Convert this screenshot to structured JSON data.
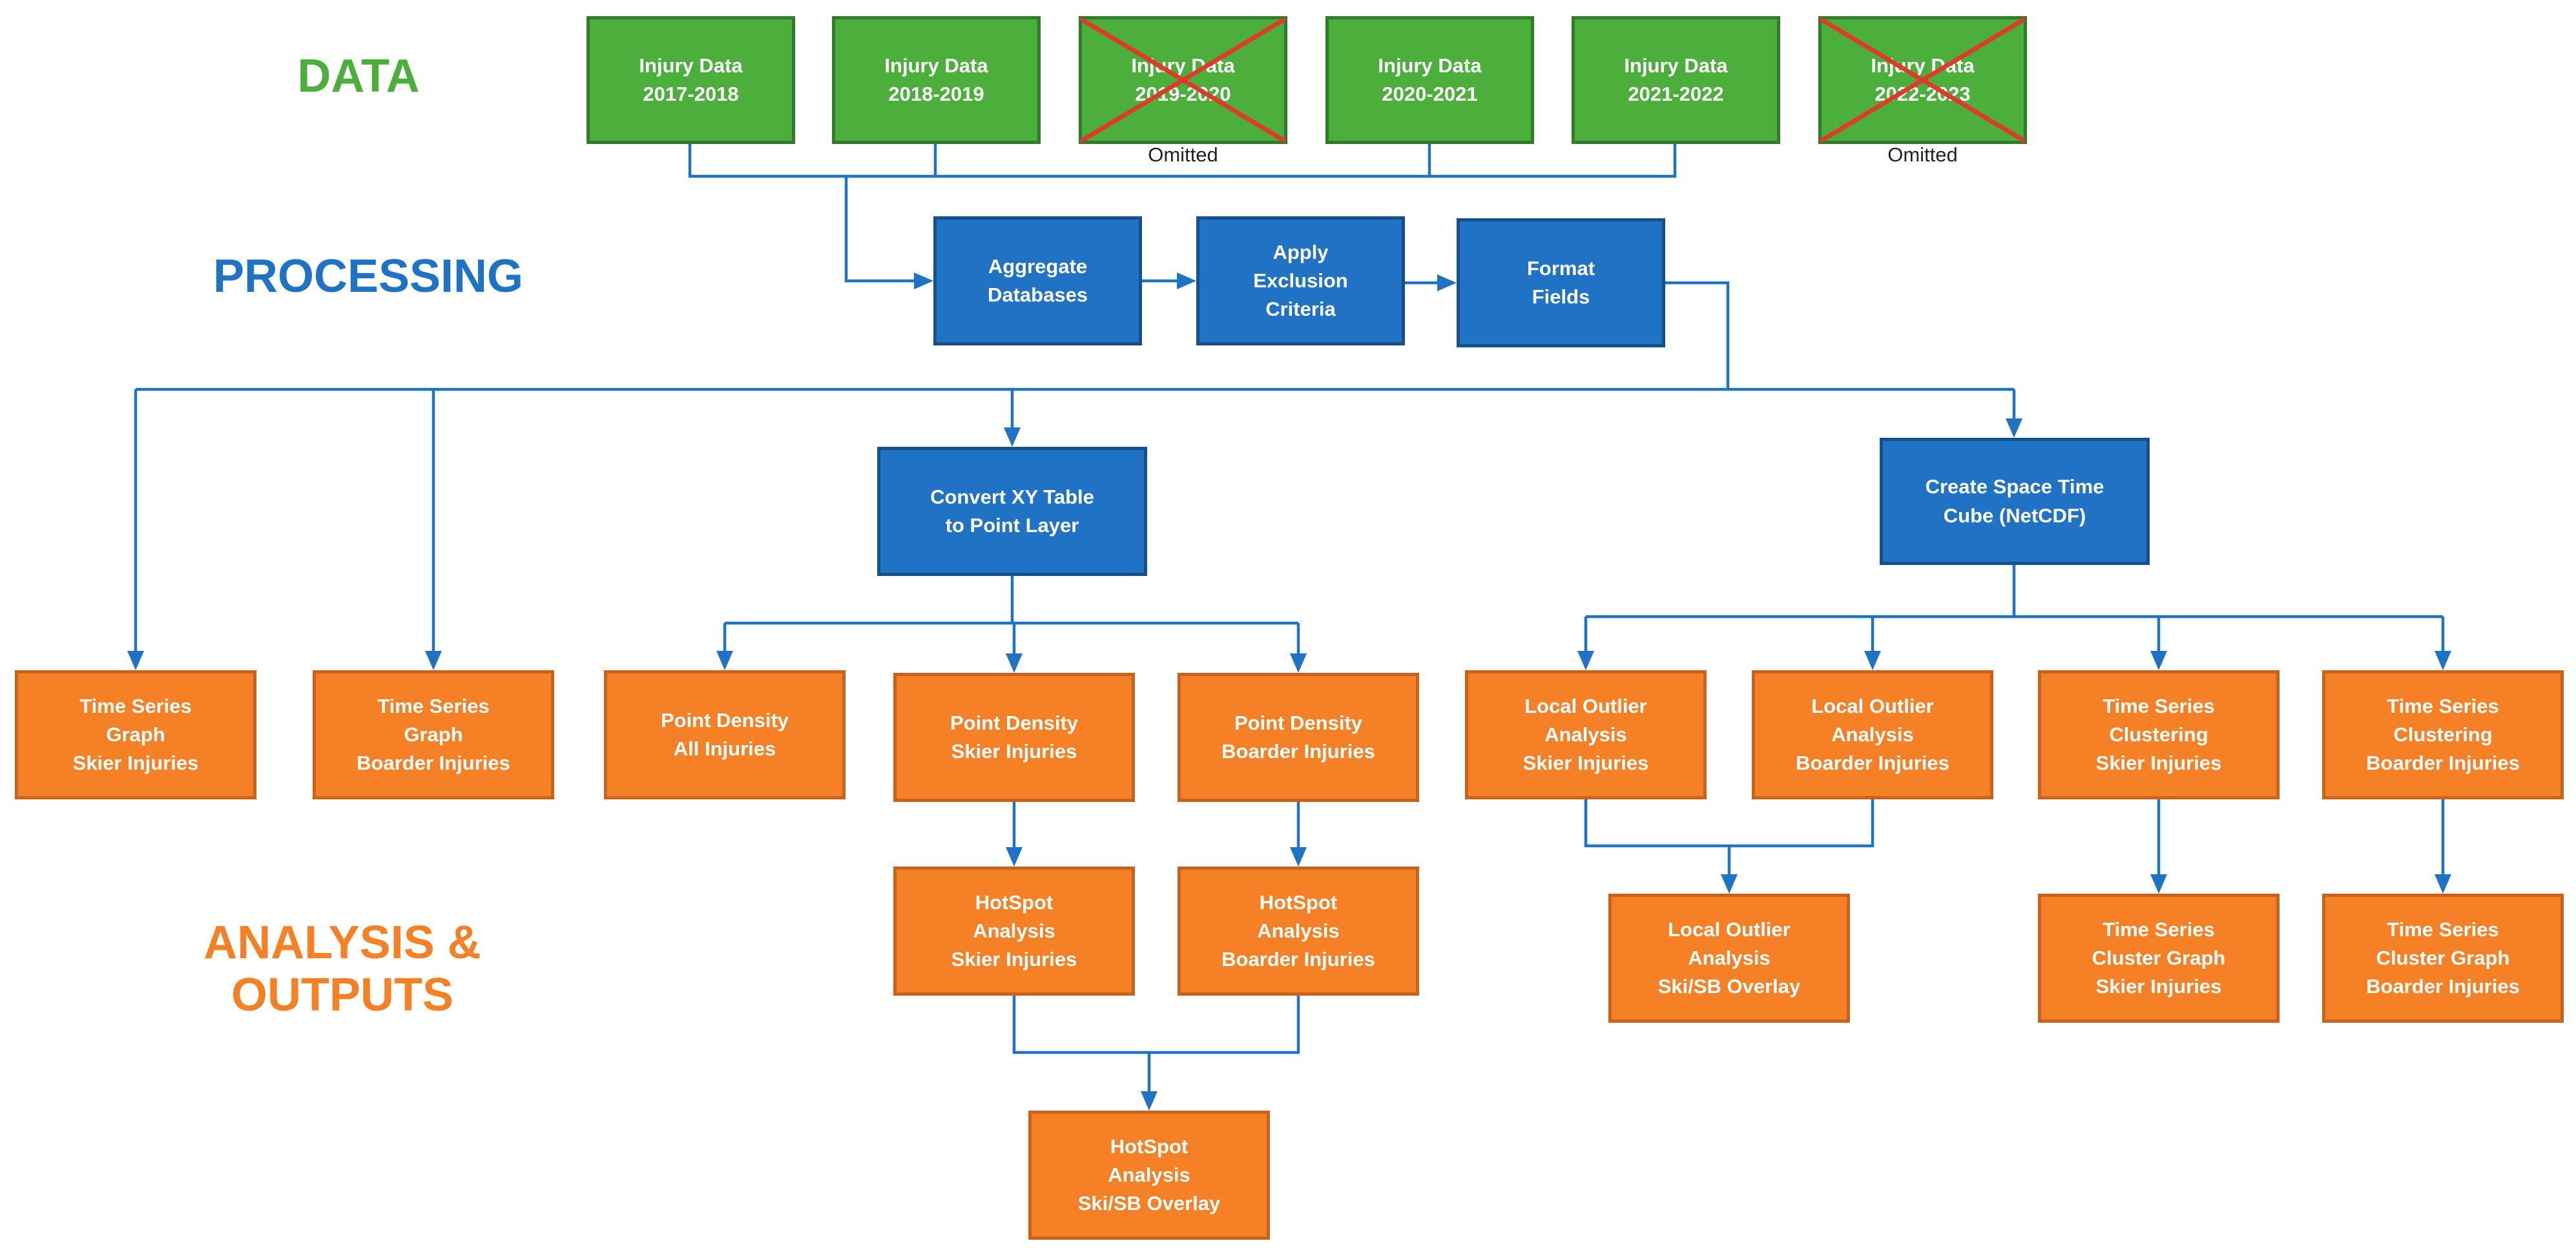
{
  "sections": {
    "data": "DATA",
    "processing": "PROCESSING",
    "analysis": "ANALYSIS &\nOUTPUTS"
  },
  "colors": {
    "data": "#4caf3c",
    "processing": "#1f72c4",
    "analysis": "#f58025",
    "connector": "#1f72c4",
    "omitted_cross": "#e03a2a"
  },
  "data_sources": [
    {
      "label": "Injury Data\n2017-2018",
      "omitted": false
    },
    {
      "label": "Injury Data\n2018-2019",
      "omitted": false
    },
    {
      "label": "Injury Data\n2019-2020",
      "omitted": true
    },
    {
      "label": "Injury Data\n2020-2021",
      "omitted": false
    },
    {
      "label": "Injury Data\n2021-2022",
      "omitted": false
    },
    {
      "label": "Injury Data\n2022-2023",
      "omitted": true
    }
  ],
  "omitted_note": "Omitted",
  "processing": {
    "aggregate": "Aggregate\nDatabases",
    "exclusion": "Apply\nExclusion\nCriteria",
    "format": "Format\nFields",
    "xy_to_point": "Convert XY Table\nto Point Layer",
    "space_time_cube": "Create Space Time\nCube (NetCDF)"
  },
  "analysis": {
    "ts_graph_skier": "Time Series\nGraph\nSkier Injuries",
    "ts_graph_boarder": "Time Series\nGraph\nBoarder Injuries",
    "pd_all": "Point Density\nAll Injuries",
    "pd_skier": "Point Density\nSkier Injuries",
    "pd_boarder": "Point Density\nBoarder Injuries",
    "hs_skier": "HotSpot\nAnalysis\nSkier Injuries",
    "hs_boarder": "HotSpot\nAnalysis\nBoarder Injuries",
    "hs_overlay": "HotSpot\nAnalysis\nSki/SB Overlay",
    "lo_skier": "Local Outlier\nAnalysis\nSkier Injuries",
    "lo_boarder": "Local Outlier\nAnalysis\nBoarder Injuries",
    "lo_overlay": "Local Outlier\nAnalysis\nSki/SB Overlay",
    "tsc_skier": "Time Series\nClustering\nSkier Injuries",
    "tsc_boarder": "Time Series\nClustering\nBoarder Injuries",
    "tscg_skier": "Time Series\nCluster Graph\nSkier Injuries",
    "tscg_boarder": "Time Series\nCluster Graph\nBoarder Injuries"
  }
}
